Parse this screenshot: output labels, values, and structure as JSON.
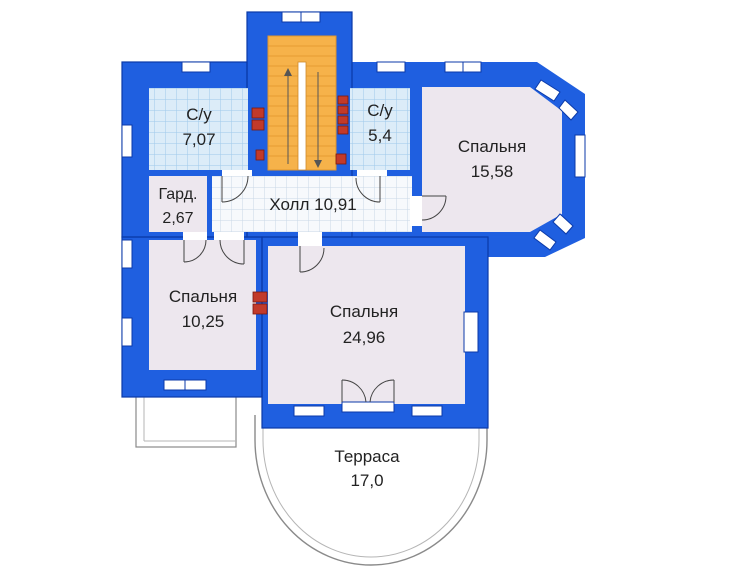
{
  "colors": {
    "wall": "#1f5fe0",
    "wall_dark": "#0b3aa8",
    "room_light": "#ede7ee",
    "tile_fill": "#dcecf8",
    "tile_line": "#9ec9ea",
    "hall_fill": "#f7f9fc",
    "hall_line": "#c9d7e6",
    "stair_fill": "#f6b24a",
    "stair_line": "#e0952c",
    "window": "#ffffff",
    "door_line": "#444444"
  },
  "rooms": {
    "bath1": {
      "name": "С/у",
      "area": "7,07"
    },
    "bath2": {
      "name": "С/у",
      "area": "5,4"
    },
    "bedroom_east": {
      "name": "Спальня",
      "area": "15,58"
    },
    "wardrobe": {
      "name": "Гард.",
      "area": "2,67"
    },
    "hall": {
      "label": "Холл 10,91"
    },
    "bedroom_west": {
      "name": "Спальня",
      "area": "10,25"
    },
    "bedroom_main": {
      "name": "Спальня",
      "area": "24,96"
    },
    "terrace": {
      "name": "Терраса",
      "area": "17,0"
    }
  }
}
